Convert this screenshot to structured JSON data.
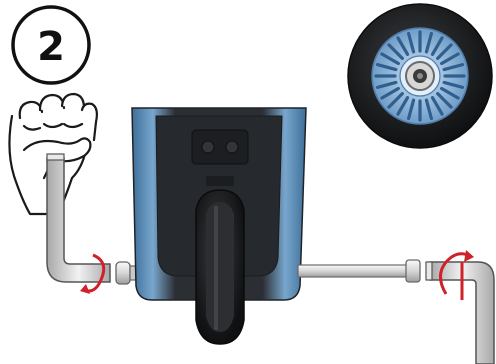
{
  "step": {
    "number": "2"
  },
  "colors": {
    "outline": "#1a1a1a",
    "scooter_blue": "#5b87ad",
    "scooter_dark": "#2a2d31",
    "wheel_black": "#1b1c1e",
    "hub_blue": "#8fb6dd",
    "rotation_arrow": "#d0202a",
    "metal_light": "#eeeeee",
    "metal_mid": "#b9b9b9"
  },
  "icons": {
    "hand": "fist-holding-hex-key",
    "left_key": "hex-key-left",
    "right_key": "hex-key-right",
    "arrow_left": "clockwise-rotation-arrow",
    "arrow_right": "clockwise-rotation-arrow",
    "bolt": "axle-bolt",
    "nut": "axle-nut",
    "wheel_inset": "scooter-wheel-with-bearing"
  }
}
